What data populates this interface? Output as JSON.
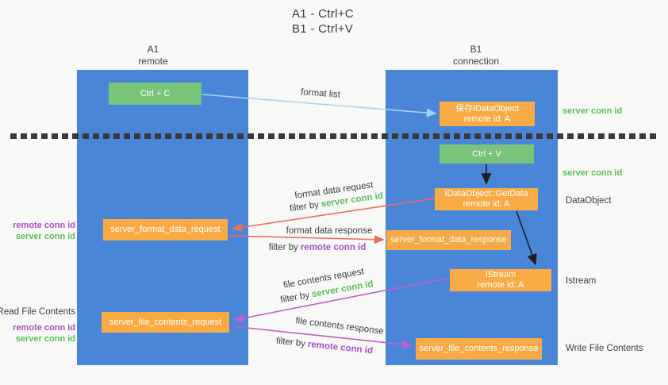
{
  "title": {
    "line1": "A1 - Ctrl+C",
    "line2": "B1 - Ctrl+V"
  },
  "columns": {
    "left": {
      "name": "A1",
      "role": "remote"
    },
    "right": {
      "name": "B1",
      "role": "connection"
    }
  },
  "nodes": {
    "ctrl_c": {
      "label": "Ctrl + C"
    },
    "save_dataobject": {
      "line1": "保存IDataObject",
      "line2": "remote id: A"
    },
    "ctrl_v": {
      "label": "Ctrl + V"
    },
    "getdata": {
      "line1": "IDataObject::GetData",
      "line2": "remote id: A"
    },
    "format_request": {
      "label": "server_format_data_request"
    },
    "format_response": {
      "label": "server_format_data_response"
    },
    "istream": {
      "line1": "IStream",
      "line2": "remote id: A"
    },
    "file_request": {
      "label": "server_file_contents_request"
    },
    "file_response": {
      "label": "server_file_contents_response"
    }
  },
  "edges": {
    "format_list": {
      "label": "format list"
    },
    "format_data_request": {
      "label": "format data request",
      "filter_prefix": "filter by",
      "filter_key": "server conn id"
    },
    "format_data_response": {
      "label": "format data response",
      "filter_prefix": "filter by",
      "filter_key": "remote conn id"
    },
    "file_contents_request": {
      "label": "file contents request",
      "filter_prefix": "filter by",
      "filter_key": "server conn id"
    },
    "file_contents_response": {
      "label": "file contents response",
      "filter_prefix": "filter by",
      "filter_key": "remote conn id"
    }
  },
  "annotations": {
    "left_format_ids": {
      "line1": "remote conn id",
      "line2": "server conn id"
    },
    "read_file": "Read File Contents",
    "left_file_ids": {
      "line1": "remote conn id",
      "line2": "server conn id"
    },
    "right_save_id": "server conn id",
    "right_paste_id": "server conn id",
    "dataobject": "DataObject",
    "istream": "Istream",
    "write_file": "Write File Contents"
  },
  "colors": {
    "column_blue": "#4a86d8",
    "box_green": "#77c47a",
    "box_orange": "#f8ab45",
    "text_green": "#5bbd5b",
    "text_purple": "#a850c8",
    "arrow_red": "#ee6b60",
    "arrow_purple": "#c45fc4",
    "arrow_blue": "#a9d2f2",
    "arrow_black": "#1f1f1f",
    "dash_line": "#3a3a3a"
  }
}
